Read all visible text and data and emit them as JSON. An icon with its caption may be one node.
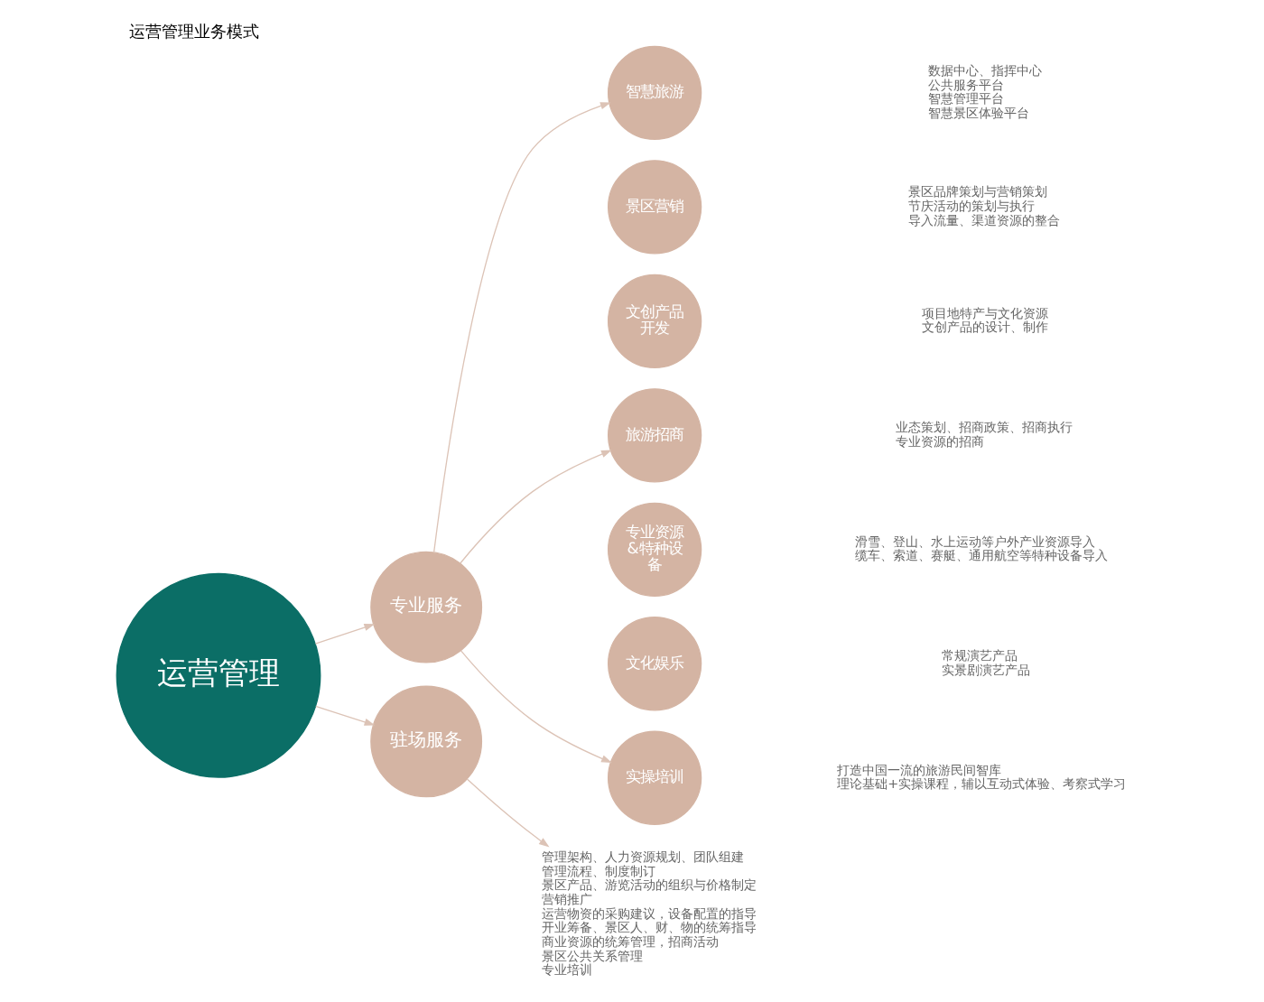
{
  "diagram": {
    "title": "运营管理业务模式",
    "nodes": [
      {
        "text": [
          "运营管理"
        ]
      },
      {
        "text": [
          "专业服务"
        ]
      },
      {
        "text": [
          "驻场服务"
        ]
      },
      {
        "text": [
          "智慧旅游"
        ],
        "beside": [
          "数据中心、指挥中心",
          "公共服务平台",
          "智慧管理平台",
          "智慧景区体验平台"
        ]
      },
      {
        "text": [
          "景区营销"
        ],
        "beside": [
          "景区品牌策划与营销策划",
          "节庆活动的策划与执行",
          "导入流量、渠道资源的整合"
        ]
      },
      {
        "text": [
          "文创产品开发"
        ],
        "beside": [
          "项目地特产与文化资源",
          "文创产品的设计、制作"
        ]
      },
      {
        "text": [
          "旅游招商"
        ],
        "beside": [
          "业态策划、招商政策、招商执行",
          "专业资源的招商"
        ]
      },
      {
        "text": [
          "专业资源&特种设备"
        ],
        "beside": [
          "滑雪、登山、水上运动等户外产业资源导入",
          "缆车、索道、赛艇、通用航空等特种设备导入"
        ]
      },
      {
        "text": [
          "文化娱乐"
        ],
        "beside": [
          "常规演艺产品",
          "实景剧演艺产品"
        ]
      },
      {
        "text": [
          "实操培训"
        ],
        "beside": [
          "打造中国一流的旅游民间智库",
          "理论基础+实操课程，辅以互动式体验、考察式学习"
        ]
      },
      {
        "text": [
          "管理架构、人力资源规划、团队组建",
          "管理流程、制度制订",
          "景区产品、游览活动的组织与价格制定",
          "营销推广",
          "运营物资的采购建议，设备配置的指导",
          "开业筹备、景区人、财、物的统筹指导",
          "商业资源的统筹管理，招商活动",
          "景区公共关系管理",
          "专业培训"
        ]
      }
    ],
    "edges": [
      {
        "from": 0,
        "to": 1,
        "arrow": "to"
      },
      {
        "from": 0,
        "to": 2,
        "arrow": "to"
      },
      {
        "from": 1,
        "to": 3,
        "arrow": "to"
      },
      {
        "from": 1,
        "to": 6,
        "arrow": "to"
      },
      {
        "from": 1,
        "to": 9,
        "arrow": "to"
      },
      {
        "from": 2,
        "to": 10,
        "arrow": "to"
      }
    ]
  }
}
